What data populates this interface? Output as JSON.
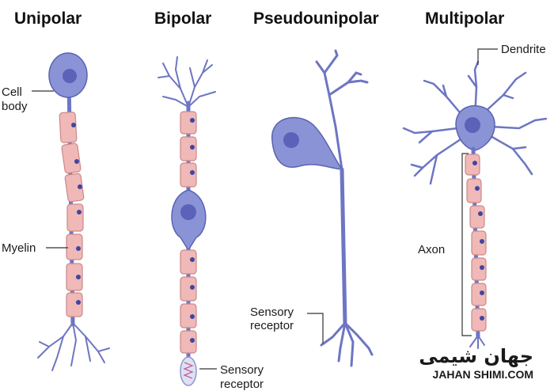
{
  "titles": {
    "unipolar": "Unipolar",
    "bipolar": "Bipolar",
    "pseudounipolar": "Pseudounipolar",
    "multipolar": "Multipolar"
  },
  "labels": {
    "cell": "Cell",
    "body": "body",
    "myelin": "Myelin",
    "sensory_receptor_line1": "Sensory",
    "sensory_receptor_line2": "receptor",
    "sensory_receptor2_line1": "Sensory",
    "sensory_receptor2_line2": "receptor",
    "axon": "Axon",
    "dendrite": "Dendrite"
  },
  "watermark": {
    "persian": "جهان شیمی",
    "latin": "JAHAN SHIMI.COM"
  },
  "colors": {
    "soma": "#8a93d6",
    "nucleus": "#5b63b8",
    "myelin": "#f0b8b6",
    "nerve": "#6d75c4"
  }
}
